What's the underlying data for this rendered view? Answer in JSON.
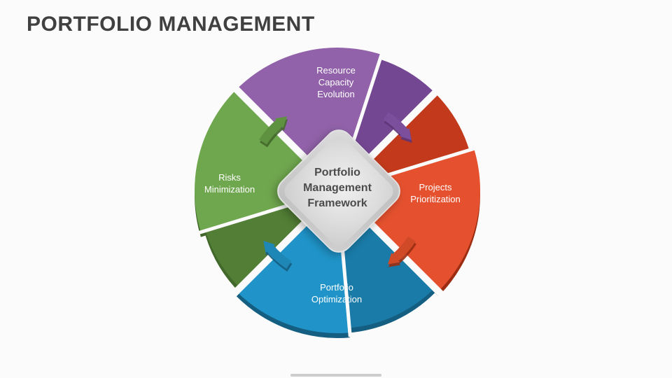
{
  "slide": {
    "title": "PORTFOLIO MANAGEMENT"
  },
  "diagram": {
    "center": {
      "lines": [
        "Portfolio",
        "Management",
        "Framework"
      ]
    },
    "segments": [
      {
        "name": "resource-capacity-evolution",
        "lines": [
          "Resource",
          "Capacity",
          "Evolution"
        ]
      },
      {
        "name": "projects-prioritization",
        "lines": [
          "Projects",
          "Prioritization"
        ]
      },
      {
        "name": "portfolio-optimization",
        "lines": [
          "Portfolio",
          "Optimization"
        ]
      },
      {
        "name": "risks-minimization",
        "lines": [
          "Risks",
          "Minimization"
        ]
      }
    ]
  },
  "colors": {
    "purple_light": "#9162A9",
    "purple_dark": "#744793",
    "purple_depth": "#5E3578",
    "red_light": "#E5512F",
    "red_dark": "#C23A1B",
    "red_depth": "#9B2D12",
    "blue_light": "#2094C9",
    "blue_dark": "#1A7BA8",
    "blue_depth": "#145E81",
    "green_light": "#6FA74E",
    "green_dark": "#527E35",
    "green_depth": "#42682B",
    "arrow_green": "#5E9240",
    "arrow_purple": "#7B4F9C",
    "arrow_red": "#D14A28",
    "arrow_blue": "#1F87B5",
    "background": "#FBFBFB",
    "title_text": "#404040",
    "label_text": "#FFFFFF",
    "center_text": "#4C4C4C"
  }
}
